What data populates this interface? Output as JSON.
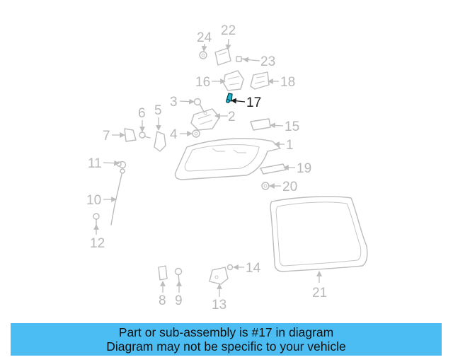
{
  "diagram": {
    "highlighted_part": "17",
    "highlight_color": "#1bb3c9",
    "callouts": [
      "1",
      "2",
      "3",
      "4",
      "5",
      "6",
      "7",
      "8",
      "9",
      "10",
      "11",
      "12",
      "13",
      "14",
      "15",
      "16",
      "17",
      "18",
      "19",
      "20",
      "21",
      "22",
      "23",
      "24"
    ]
  },
  "banner": {
    "line1": "Part or sub-assembly is #17 in diagram",
    "line2": "Diagram may not be specific to your vehicle",
    "background": "#4bbdf2"
  }
}
